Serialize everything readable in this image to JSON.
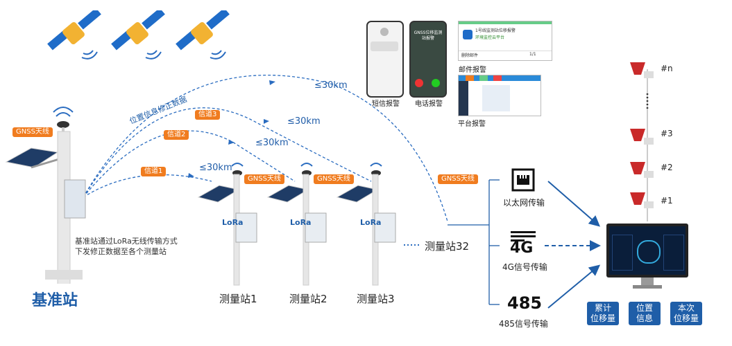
{
  "base": {
    "title": "基准站",
    "gnss_tag": "GNSS天线",
    "desc_line1": "基准站通过LoRa无线传输方式",
    "desc_line2": "下发修正数据至各个测量站"
  },
  "channels": {
    "c1": "信道1",
    "c2": "信道2",
    "c3": "信道3",
    "curve_label": "位置信息修正数据"
  },
  "distances": {
    "d1": "≤30km",
    "d2": "≤30km",
    "d3": "≤30km",
    "d4": "≤30km"
  },
  "stations": {
    "s1": "测量站1",
    "s2": "测量站2",
    "s3": "测量站3",
    "s32": "测量站32",
    "gnss_tag": "GNSS天线",
    "lora": "LoRa"
  },
  "alerts": {
    "sms": "短信报警",
    "phone": "电话报警",
    "mail": "邮件报警",
    "platform": "平台报警",
    "phone_caller": "GNSS位移监测站报警",
    "mail_title": "1号线监测站位移报警",
    "mail_sub": "环境监控云平台",
    "mail_delete": "删除邮件",
    "mail_page": "1/1"
  },
  "transfer": {
    "ethernet": "以太网传输",
    "g4_big": "4G",
    "g4": "4G信号传输",
    "rs485_big": "485",
    "rs485": "485信号传输"
  },
  "sensors": {
    "n": "#n",
    "s3": "#3",
    "s2": "#2",
    "s1": "#1"
  },
  "buttons": {
    "b1_l1": "累计",
    "b1_l2": "位移量",
    "b2_l1": "位置",
    "b2_l2": "信息",
    "b3_l1": "本次",
    "b3_l2": "位移量"
  },
  "colors": {
    "brand_blue": "#1f5ea8",
    "orange": "#f07c1f",
    "dash_blue": "#2a6cc0"
  }
}
